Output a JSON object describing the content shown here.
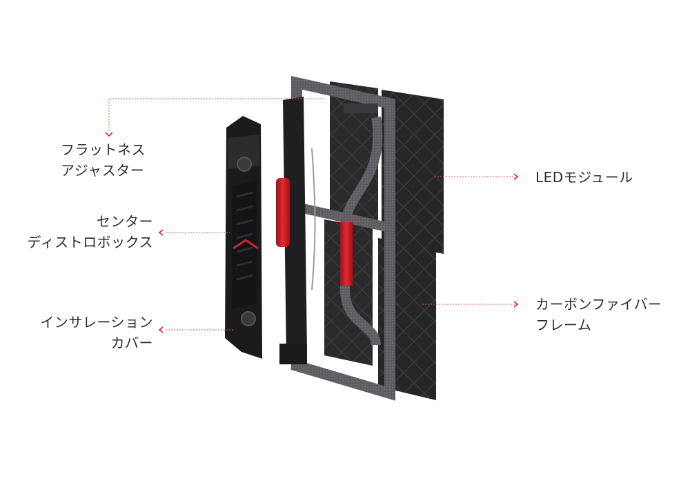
{
  "callouts": {
    "flatness": {
      "line1": "フラットネス",
      "line2": "アジャスター"
    },
    "center": {
      "line1": "センター",
      "line2": "ディストロボックス"
    },
    "insulation": {
      "line1": "インサレーション",
      "line2": "カバー"
    },
    "led": {
      "line1": "LEDモジュール"
    },
    "carbon": {
      "line1": "カーボンファイバー",
      "line2": "フレーム"
    }
  },
  "colors": {
    "accent": "#d7202a",
    "leader": "#e45a5a",
    "panel": "#2a2a2c",
    "frame": "#6b6b6e",
    "text": "#2b2b2b"
  },
  "icons": [
    "chevron-arrow-icon"
  ]
}
